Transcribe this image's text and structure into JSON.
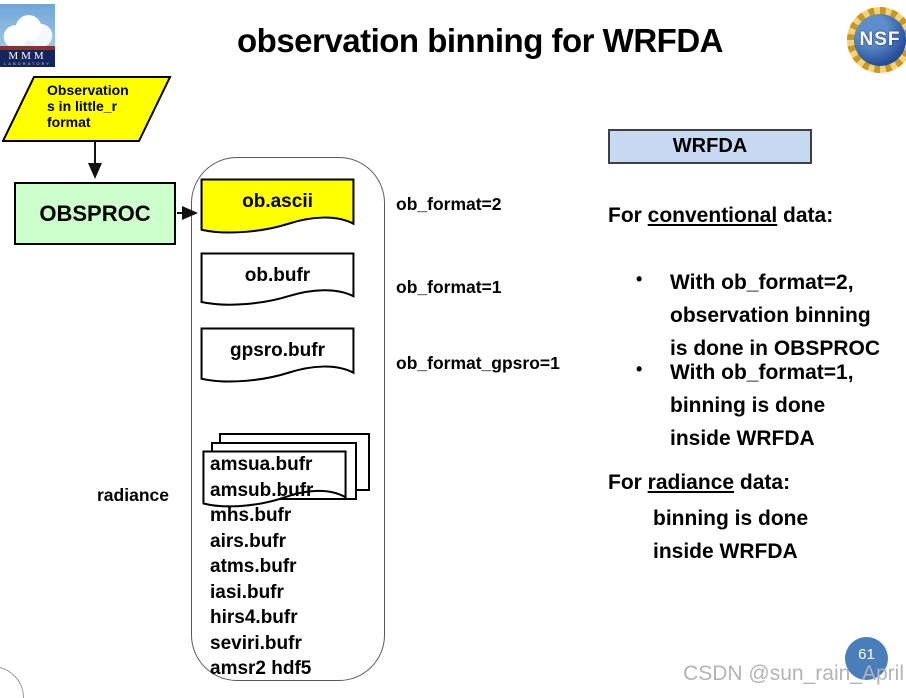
{
  "title": "observation binning for WRFDA",
  "logos": {
    "mmm": {
      "label": "MMM",
      "sub": "LABORATORY"
    },
    "nsf": {
      "label": "NSF"
    }
  },
  "flow": {
    "source_text": "Observation\ns in little_r\nformat",
    "obsproc_label": "OBSPROC",
    "docs": [
      {
        "label": "ob.ascii",
        "annotation": "ob_format=2",
        "color": "#ffff00"
      },
      {
        "label": "ob.bufr",
        "annotation": "ob_format=1",
        "color": "#ffffff"
      },
      {
        "label": "gpsro.bufr",
        "annotation": "ob_format_gpsro=1",
        "color": "#ffffff"
      }
    ],
    "radiance_label": "radiance",
    "radiance_files": [
      "amsua.bufr",
      "amsub.bufr",
      "mhs.bufr",
      "airs.bufr",
      "atms.bufr",
      "iasi.bufr",
      "hirs4.bufr",
      "seviri.bufr",
      "amsr2 hdf5"
    ]
  },
  "panel": {
    "wrfda_label": "WRFDA",
    "bullet_glyph": "•",
    "conv_heading": {
      "pre": "For ",
      "u": "conventional",
      "post": " data:"
    },
    "bullets": [
      {
        "lines": [
          "With ob_format=2,",
          "observation binning",
          "is done in OBSPROC"
        ]
      },
      {
        "lines": [
          "With ob_format=1,",
          "binning is done",
          "inside WRFDA"
        ]
      }
    ],
    "rad_heading": {
      "pre": "For ",
      "u": "radiance",
      "post": " data:"
    },
    "rad_lines": [
      "binning is done",
      "inside WRFDA"
    ]
  },
  "footer": {
    "page": "61",
    "watermark": "CSDN @sun_rain_April"
  },
  "colors": {
    "doc_yellow": "#ffff00",
    "obsproc_green": "#ccffcc",
    "wrfda_blue": "#c6d9f1",
    "page_circle_blue": "#4a7ebb"
  }
}
